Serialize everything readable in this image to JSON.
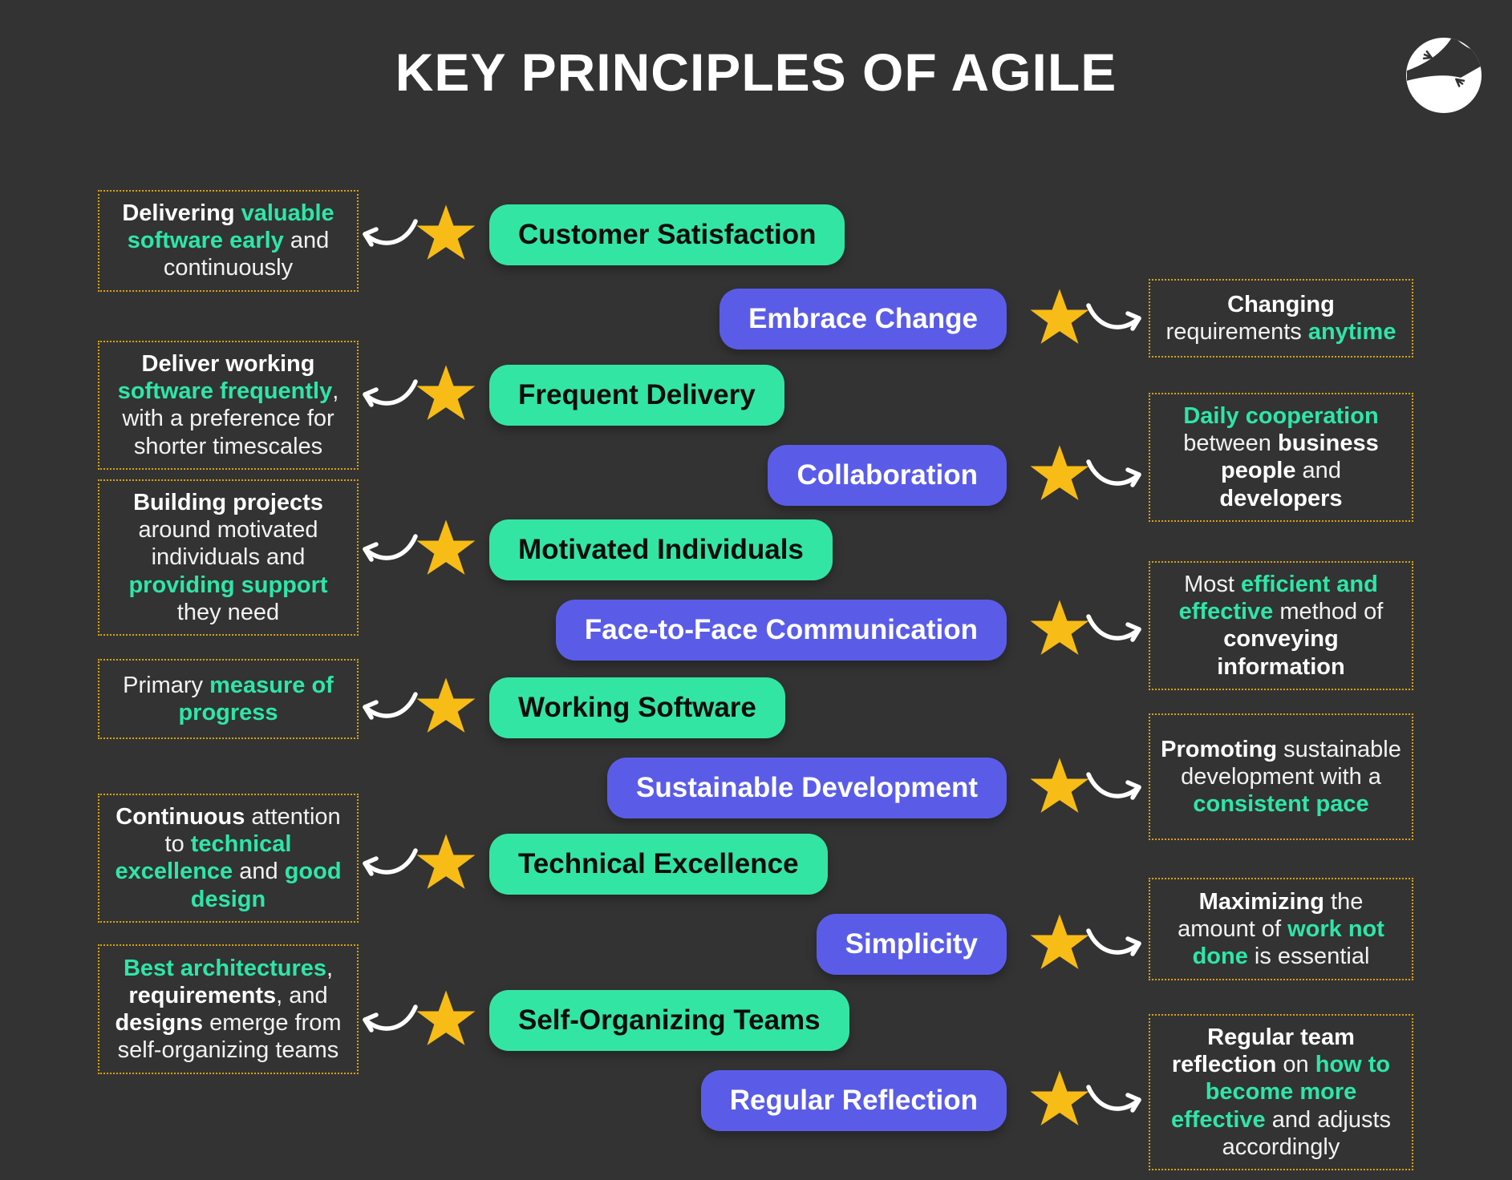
{
  "title": "KEY PRINCIPLES OF AGILE",
  "logo": "lizard-logo",
  "colors": {
    "background": "#333333",
    "pill_green": "#33E5A3",
    "pill_purple": "#5A5CE8",
    "star": "#F8BC16",
    "box_border": "#D9A404",
    "accent_green": "#2EE6A7",
    "text_white": "#F2F2F2"
  },
  "principles": [
    {
      "side": "left",
      "color": "green",
      "label": "Customer Satisfaction",
      "desc": [
        [
          "Delivering ",
          "b"
        ],
        [
          "valuable software early",
          "g"
        ],
        [
          " and continuously",
          "r"
        ]
      ]
    },
    {
      "side": "right",
      "color": "purple",
      "label": "Embrace Change",
      "desc": [
        [
          "Changing",
          "b"
        ],
        [
          " requirements ",
          "r"
        ],
        [
          "anytime",
          "g"
        ]
      ]
    },
    {
      "side": "left",
      "color": "green",
      "label": "Frequent Delivery",
      "desc": [
        [
          "Deliver working ",
          "b"
        ],
        [
          "software frequently",
          "g"
        ],
        [
          ", with a preference for shorter timescales",
          "r"
        ]
      ]
    },
    {
      "side": "right",
      "color": "purple",
      "label": "Collaboration",
      "desc": [
        [
          "Daily cooperation",
          "g"
        ],
        [
          " between ",
          "r"
        ],
        [
          "business people",
          "b"
        ],
        [
          " and ",
          "r"
        ],
        [
          "developers",
          "b"
        ]
      ]
    },
    {
      "side": "left",
      "color": "green",
      "label": "Motivated Individuals",
      "desc": [
        [
          "Building projects",
          "b"
        ],
        [
          " around motivated individuals and ",
          "r"
        ],
        [
          "providing support",
          "g"
        ],
        [
          " they need",
          "r"
        ]
      ]
    },
    {
      "side": "right",
      "color": "purple",
      "label": "Face-to-Face Communication",
      "desc": [
        [
          "Most ",
          "r"
        ],
        [
          "efficient and effective",
          "g"
        ],
        [
          " method of ",
          "r"
        ],
        [
          "conveying information",
          "b"
        ]
      ]
    },
    {
      "side": "left",
      "color": "green",
      "label": "Working Software",
      "desc": [
        [
          "Primary ",
          "r"
        ],
        [
          "measure of progress",
          "g"
        ]
      ]
    },
    {
      "side": "right",
      "color": "purple",
      "label": "Sustainable Development",
      "desc": [
        [
          "Promoting",
          "b"
        ],
        [
          " sustainable development with a ",
          "r"
        ],
        [
          "consistent pace",
          "g"
        ]
      ]
    },
    {
      "side": "left",
      "color": "green",
      "label": "Technical Excellence",
      "desc": [
        [
          "Continuous",
          "b"
        ],
        [
          " attention to ",
          "r"
        ],
        [
          "technical excellence",
          "g"
        ],
        [
          " and ",
          "r"
        ],
        [
          "good design",
          "g"
        ]
      ]
    },
    {
      "side": "right",
      "color": "purple",
      "label": "Simplicity",
      "desc": [
        [
          "Maximizing",
          "b"
        ],
        [
          " the amount of ",
          "r"
        ],
        [
          "work not done",
          "g"
        ],
        [
          " is essential",
          "r"
        ]
      ]
    },
    {
      "side": "left",
      "color": "green",
      "label": "Self-Organizing Teams",
      "desc": [
        [
          "Best architectures",
          "g"
        ],
        [
          ", ",
          "r"
        ],
        [
          "requirements",
          "b"
        ],
        [
          ", and ",
          "r"
        ],
        [
          "designs",
          "b"
        ],
        [
          " emerge from self-organizing teams",
          "r"
        ]
      ]
    },
    {
      "side": "right",
      "color": "purple",
      "label": "Regular Reflection",
      "desc": [
        [
          "Regular team reflection",
          "b"
        ],
        [
          " on ",
          "r"
        ],
        [
          "how to become more effective",
          "g"
        ],
        [
          " and adjusts accordingly",
          "r"
        ]
      ]
    }
  ]
}
